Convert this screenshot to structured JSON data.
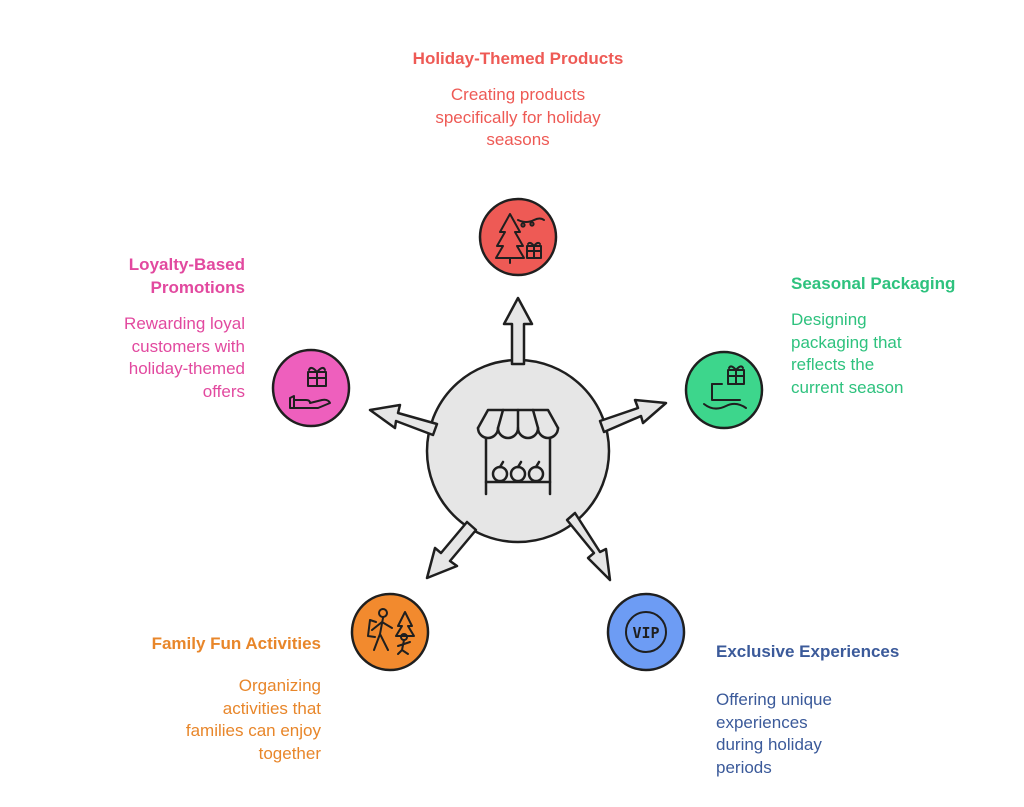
{
  "hub": {
    "icon": "market-stall-icon"
  },
  "nodes": [
    {
      "id": "holiday",
      "title": "Holiday-Themed Products",
      "description": "Creating products specifically for holiday seasons",
      "color": "#ee5a55",
      "text_color": "#ee5a55",
      "icon": "christmas-tree-gift-icon"
    },
    {
      "id": "packaging",
      "title": "Seasonal Packaging",
      "description": "Designing packaging that reflects the current season",
      "color": "#3dd68c",
      "text_color": "#2ec27e",
      "icon": "gift-box-package-icon"
    },
    {
      "id": "exclusive",
      "title": "Exclusive Experiences",
      "description": "Offering unique experiences during holiday periods",
      "color": "#6d9cf4",
      "text_color": "#3b5a9a",
      "icon": "vip-badge-icon"
    },
    {
      "id": "family",
      "title": "Family Fun Activities",
      "description": "Organizing activities that families can enjoy together",
      "color": "#f28a2e",
      "text_color": "#e8862a",
      "icon": "family-activity-icon"
    },
    {
      "id": "loyalty",
      "title": "Loyalty-Based Promotions",
      "description": "Rewarding loyal customers with holiday-themed offers",
      "color": "#ee5fbd",
      "text_color": "#e2499f",
      "icon": "gift-in-hand-icon"
    }
  ]
}
